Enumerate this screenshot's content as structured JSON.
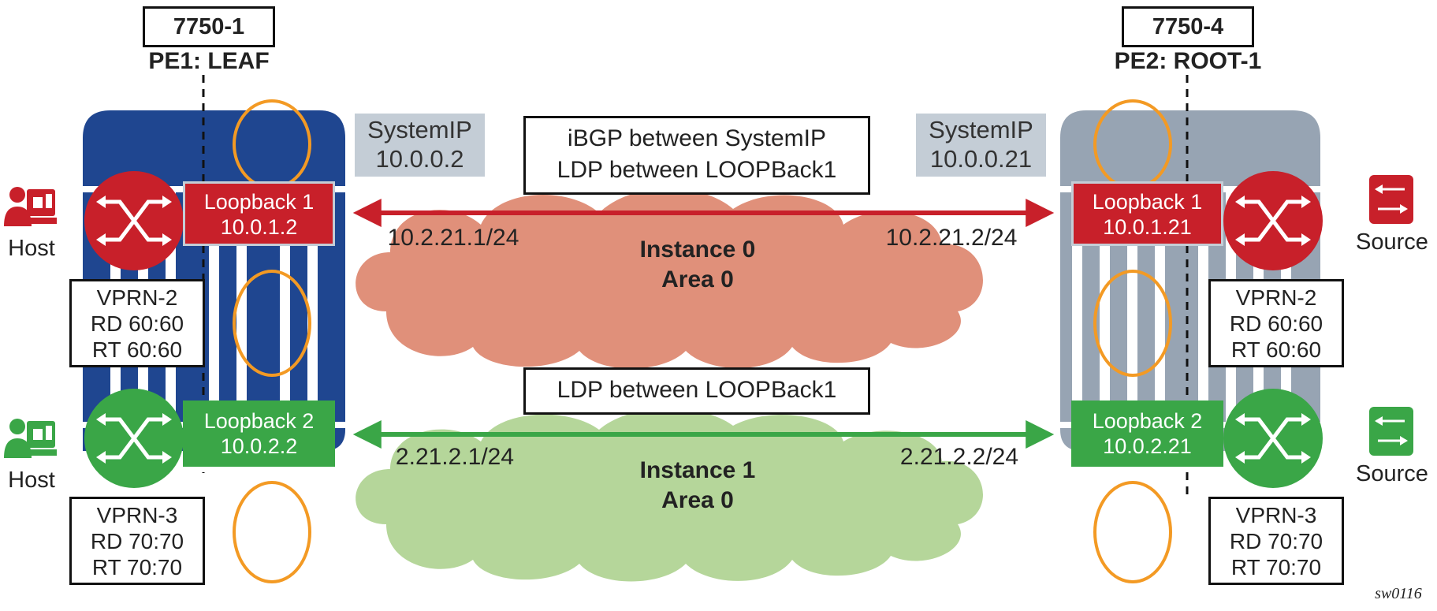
{
  "routers": {
    "left": {
      "name": "7750-1",
      "role": "PE1: LEAF"
    },
    "right": {
      "name": "7750-4",
      "role": "PE2: ROOT-1"
    }
  },
  "system_ip": {
    "left": {
      "label": "SystemIP",
      "ip": "10.0.0.2"
    },
    "right": {
      "label": "SystemIP",
      "ip": "10.0.0.21"
    }
  },
  "protocol_boxes": {
    "top": {
      "line1": "iBGP between SystemIP",
      "line2": "LDP between LOOPBack1"
    },
    "bottom": {
      "text": "LDP between LOOPBack1"
    }
  },
  "loopbacks": {
    "left_1": {
      "name": "Loopback 1",
      "ip": "10.0.1.2"
    },
    "left_2": {
      "name": "Loopback 2",
      "ip": "10.0.2.2"
    },
    "right_1": {
      "name": "Loopback 1",
      "ip": "10.0.1.21"
    },
    "right_2": {
      "name": "Loopback 2",
      "ip": "10.0.2.21"
    }
  },
  "links": {
    "red": {
      "left_ip": "10.2.21.1/24",
      "right_ip": "10.2.21.2/24"
    },
    "green": {
      "left_ip": "2.21.2.1/24",
      "right_ip": "2.21.2.2/24"
    }
  },
  "clouds": {
    "instance0": {
      "line1": "Instance 0",
      "line2": "Area 0"
    },
    "instance1": {
      "line1": "Instance 1",
      "line2": "Area 0"
    }
  },
  "vprn": {
    "left_2": {
      "name": "VPRN-2",
      "rd": "RD 60:60",
      "rt": "RT 60:60"
    },
    "right_2": {
      "name": "VPRN-2",
      "rd": "RD 60:60",
      "rt": "RT 60:60"
    },
    "left_3": {
      "name": "VPRN-3",
      "rd": "RD 70:70",
      "rt": "RT 70:70"
    },
    "right_3": {
      "name": "VPRN-3",
      "rd": "RD 70:70",
      "rt": "RT 70:70"
    }
  },
  "endpoints": {
    "host_top": "Host",
    "host_bottom": "Host",
    "source_top": "Source",
    "source_bottom": "Source"
  },
  "footnote": "sw0116",
  "colors": {
    "red": "#c8202a",
    "green": "#3aa647",
    "blue_chassis": "#1f4690",
    "grey_chassis": "#97a4b3",
    "cloud_red": "#e0907a",
    "cloud_green": "#b5d69a",
    "orange": "#f39a24",
    "systemip_bg": "#c4cdd6"
  }
}
